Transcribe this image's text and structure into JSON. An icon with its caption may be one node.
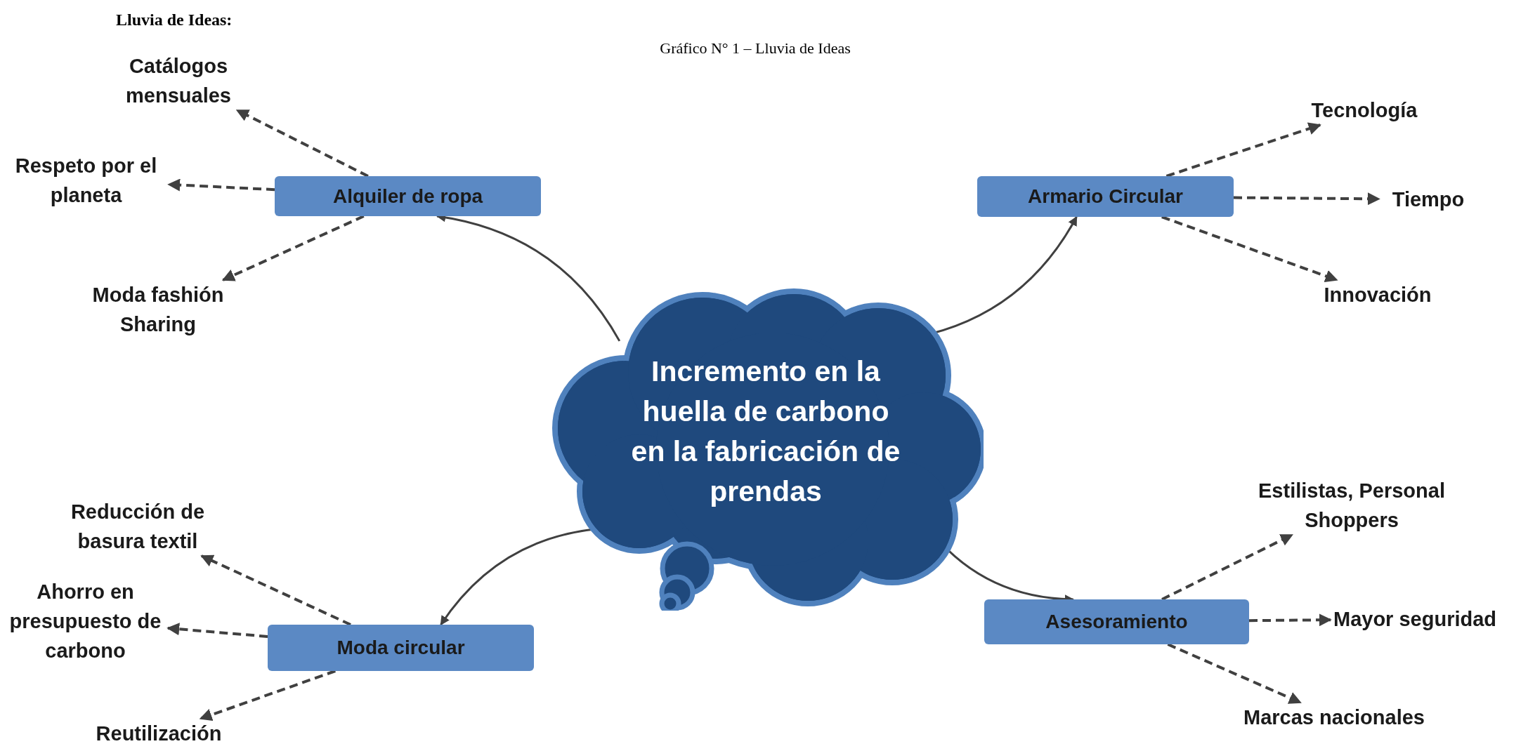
{
  "diagram": {
    "title": "Gráfico N° 1 – Lluvia de Ideas",
    "nodes": [
      {
        "text": [
          "Incremento en la huella de carbono en la fabricación de prendas"
        ]
      },
      {
        "text": [
          "Alquiler de ropa"
        ]
      },
      {
        "text": [
          "Armario Circular"
        ]
      },
      {
        "text": [
          "Moda circular"
        ]
      },
      {
        "text": [
          "Asesoramiento"
        ]
      },
      {
        "text": [
          "Catálogos mensuales"
        ]
      },
      {
        "text": [
          "Respeto por el planeta"
        ]
      },
      {
        "text": [
          "Moda fashión Sharing"
        ]
      },
      {
        "text": [
          "Tecnología"
        ]
      },
      {
        "text": [
          "Tiempo"
        ]
      },
      {
        "text": [
          "Innovación"
        ]
      },
      {
        "text": [
          "Reducción de basura textil"
        ]
      },
      {
        "text": [
          "Ahorro en presupuesto de carbono"
        ]
      },
      {
        "text": [
          "Reutilización"
        ]
      },
      {
        "text": [
          "Estilistas, Personal Shoppers"
        ]
      },
      {
        "text": [
          "Mayor seguridad"
        ]
      },
      {
        "text": [
          "Marcas nacionales"
        ]
      }
    ],
    "edges": [
      {
        "from": 0,
        "to": 1,
        "arrow": "to"
      },
      {
        "from": 0,
        "to": 2,
        "arrow": "to"
      },
      {
        "from": 0,
        "to": 3,
        "arrow": "to"
      },
      {
        "from": 0,
        "to": 4,
        "arrow": "to"
      },
      {
        "from": 1,
        "to": 5,
        "arrow": "to",
        "style": "dashed"
      },
      {
        "from": 1,
        "to": 6,
        "arrow": "to",
        "style": "dashed"
      },
      {
        "from": 1,
        "to": 7,
        "arrow": "to",
        "style": "dashed"
      },
      {
        "from": 2,
        "to": 8,
        "arrow": "to",
        "style": "dashed"
      },
      {
        "from": 2,
        "to": 9,
        "arrow": "to",
        "style": "dashed"
      },
      {
        "from": 2,
        "to": 10,
        "arrow": "to",
        "style": "dashed"
      },
      {
        "from": 3,
        "to": 11,
        "arrow": "to",
        "style": "dashed"
      },
      {
        "from": 3,
        "to": 12,
        "arrow": "to",
        "style": "dashed"
      },
      {
        "from": 3,
        "to": 13,
        "arrow": "to",
        "style": "dashed"
      },
      {
        "from": 4,
        "to": 14,
        "arrow": "to",
        "style": "dashed"
      },
      {
        "from": 4,
        "to": 15,
        "arrow": "to",
        "style": "dashed"
      },
      {
        "from": 4,
        "to": 16,
        "arrow": "to",
        "style": "dashed"
      }
    ],
    "labels": [
      "Lluvia de Ideas:"
    ]
  }
}
